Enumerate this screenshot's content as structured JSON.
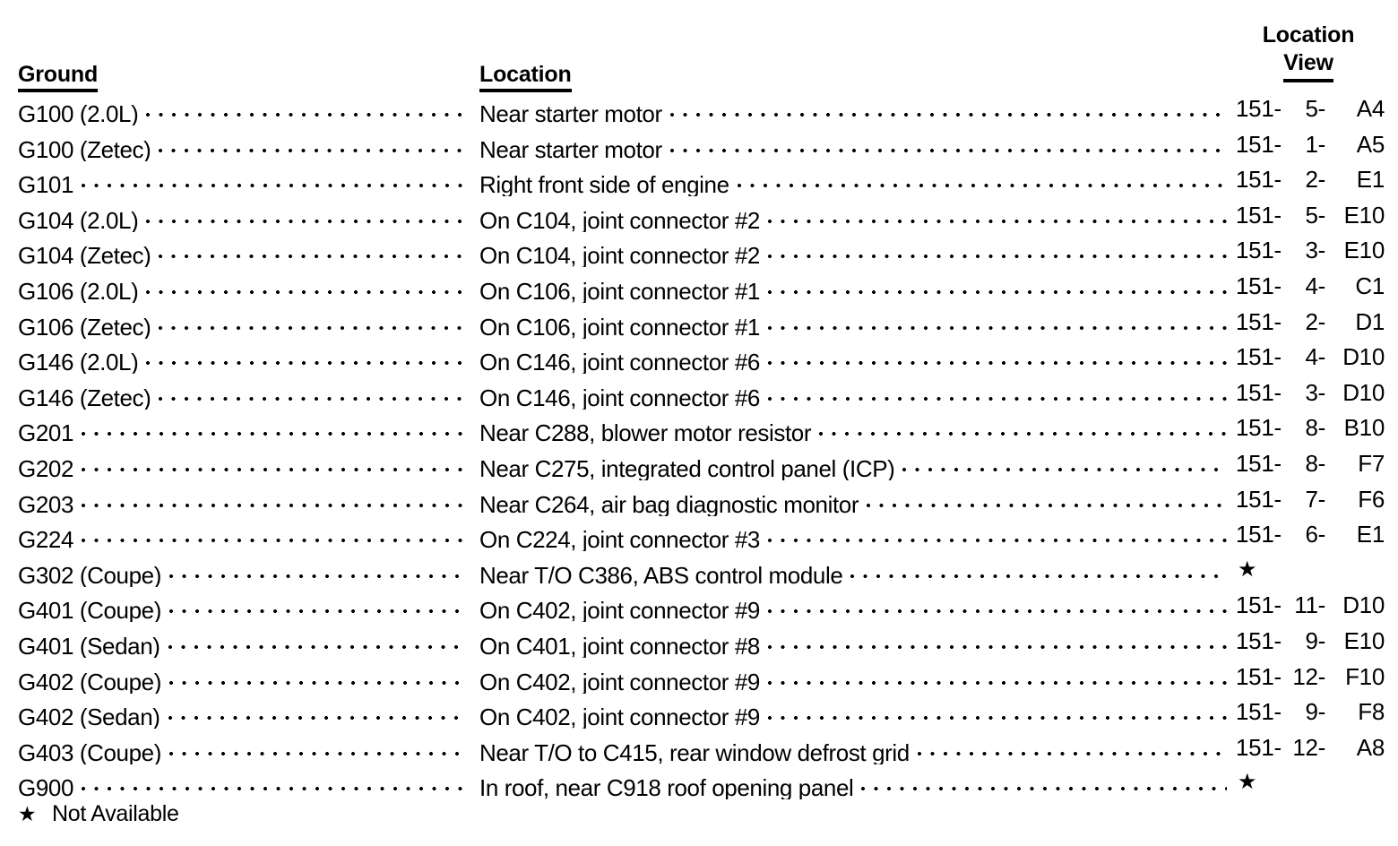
{
  "table": {
    "headers": {
      "ground": "Ground",
      "location": "Location",
      "location_view_line1": "Location",
      "location_view_line2": "View"
    },
    "rows": [
      {
        "ground": "G100 (2.0L)",
        "location": "Near starter motor",
        "page": "151-",
        "sheet": "5-",
        "grid": "A4"
      },
      {
        "ground": "G100 (Zetec)",
        "location": "Near starter motor",
        "page": "151-",
        "sheet": "1-",
        "grid": "A5"
      },
      {
        "ground": "G101",
        "location": "Right front side of engine",
        "page": "151-",
        "sheet": "2-",
        "grid": "E1"
      },
      {
        "ground": "G104 (2.0L)",
        "location": "On C104, joint connector #2",
        "page": "151-",
        "sheet": "5-",
        "grid": "E10"
      },
      {
        "ground": "G104 (Zetec)",
        "location": "On C104, joint connector #2",
        "page": "151-",
        "sheet": "3-",
        "grid": "E10"
      },
      {
        "ground": "G106 (2.0L)",
        "location": "On C106, joint connector #1",
        "page": "151-",
        "sheet": "4-",
        "grid": "C1"
      },
      {
        "ground": "G106 (Zetec)",
        "location": "On C106, joint connector #1",
        "page": "151-",
        "sheet": "2-",
        "grid": "D1"
      },
      {
        "ground": "G146 (2.0L)",
        "location": "On C146, joint connector #6",
        "page": "151-",
        "sheet": "4-",
        "grid": "D10"
      },
      {
        "ground": "G146 (Zetec)",
        "location": "On C146, joint connector #6",
        "page": "151-",
        "sheet": "3-",
        "grid": "D10"
      },
      {
        "ground": "G201",
        "location": "Near C288, blower motor resistor",
        "page": "151-",
        "sheet": "8-",
        "grid": "B10"
      },
      {
        "ground": "G202",
        "location": "Near C275, integrated control panel (ICP)",
        "page": "151-",
        "sheet": "8-",
        "grid": "F7"
      },
      {
        "ground": "G203",
        "location": "Near C264, air bag diagnostic monitor",
        "page": "151-",
        "sheet": "7-",
        "grid": "F6"
      },
      {
        "ground": "G224",
        "location": "On C224, joint connector #3",
        "page": "151-",
        "sheet": "6-",
        "grid": "E1"
      },
      {
        "ground": "G302 (Coupe)",
        "location": "Near T/O C386, ABS control module",
        "page": "",
        "sheet": "",
        "grid": "",
        "star": "★"
      },
      {
        "ground": "G401 (Coupe)",
        "location": "On C402, joint connector #9",
        "page": "151-",
        "sheet": "11-",
        "grid": "D10"
      },
      {
        "ground": "G401 (Sedan)",
        "location": "On C401, joint connector #8",
        "page": "151-",
        "sheet": "9-",
        "grid": "E10"
      },
      {
        "ground": "G402 (Coupe)",
        "location": "On C402, joint connector #9",
        "page": "151-",
        "sheet": "12-",
        "grid": "F10"
      },
      {
        "ground": "G402 (Sedan)",
        "location": "On C402, joint connector #9",
        "page": "151-",
        "sheet": "9-",
        "grid": "F8"
      },
      {
        "ground": "G403 (Coupe)",
        "location": "Near T/O to C415, rear window defrost grid",
        "page": "151-",
        "sheet": "12-",
        "grid": "A8"
      },
      {
        "ground": "G900",
        "location": "In roof, near C918 roof opening panel",
        "page": "",
        "sheet": "",
        "grid": "",
        "star": "★"
      }
    ]
  },
  "footnote": {
    "symbol": "★",
    "text": "Not Available"
  },
  "colors": {
    "text": "#000000",
    "background": "#ffffff"
  }
}
